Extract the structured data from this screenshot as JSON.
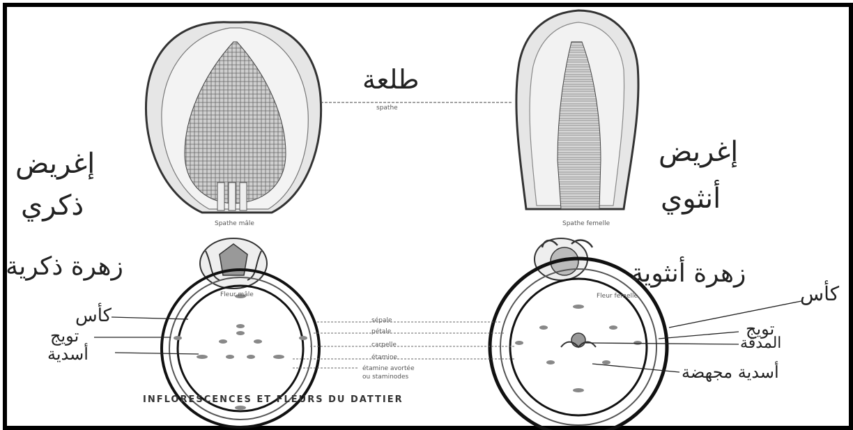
{
  "arabic": {
    "spathe": "طلعة",
    "male_spathe_line1": "إغريض",
    "male_spathe_line2": "ذكري",
    "female_spathe_line1": "إغريض",
    "female_spathe_line2": "أنثوي",
    "male_flower": "زهرة ذكرية",
    "female_flower": "زهرة أنثوية",
    "calyx_left": "كأس",
    "corolla_left": "تويج",
    "stamens_left": "أسدية",
    "calyx_right": "كأس",
    "corolla_right": "تويج",
    "carpel_right": "المدقة",
    "staminodes_right": "أسدية مجهضة"
  },
  "french": {
    "spathe": "spathe",
    "male_spathe": "Spathe mâle",
    "female_spathe": "Spathe femelle",
    "male_flower": "Fleur mâle",
    "female_flower": "Fleur femelle",
    "sepale": "sépale",
    "petale": "pétale",
    "carpelle": "carpelle",
    "etamine": "étamine",
    "staminode_1": "étamine avortée",
    "staminode_2": "ou staminodes"
  },
  "caption": "INFLORESCENCES ET FLEURS DU DATTIER"
}
